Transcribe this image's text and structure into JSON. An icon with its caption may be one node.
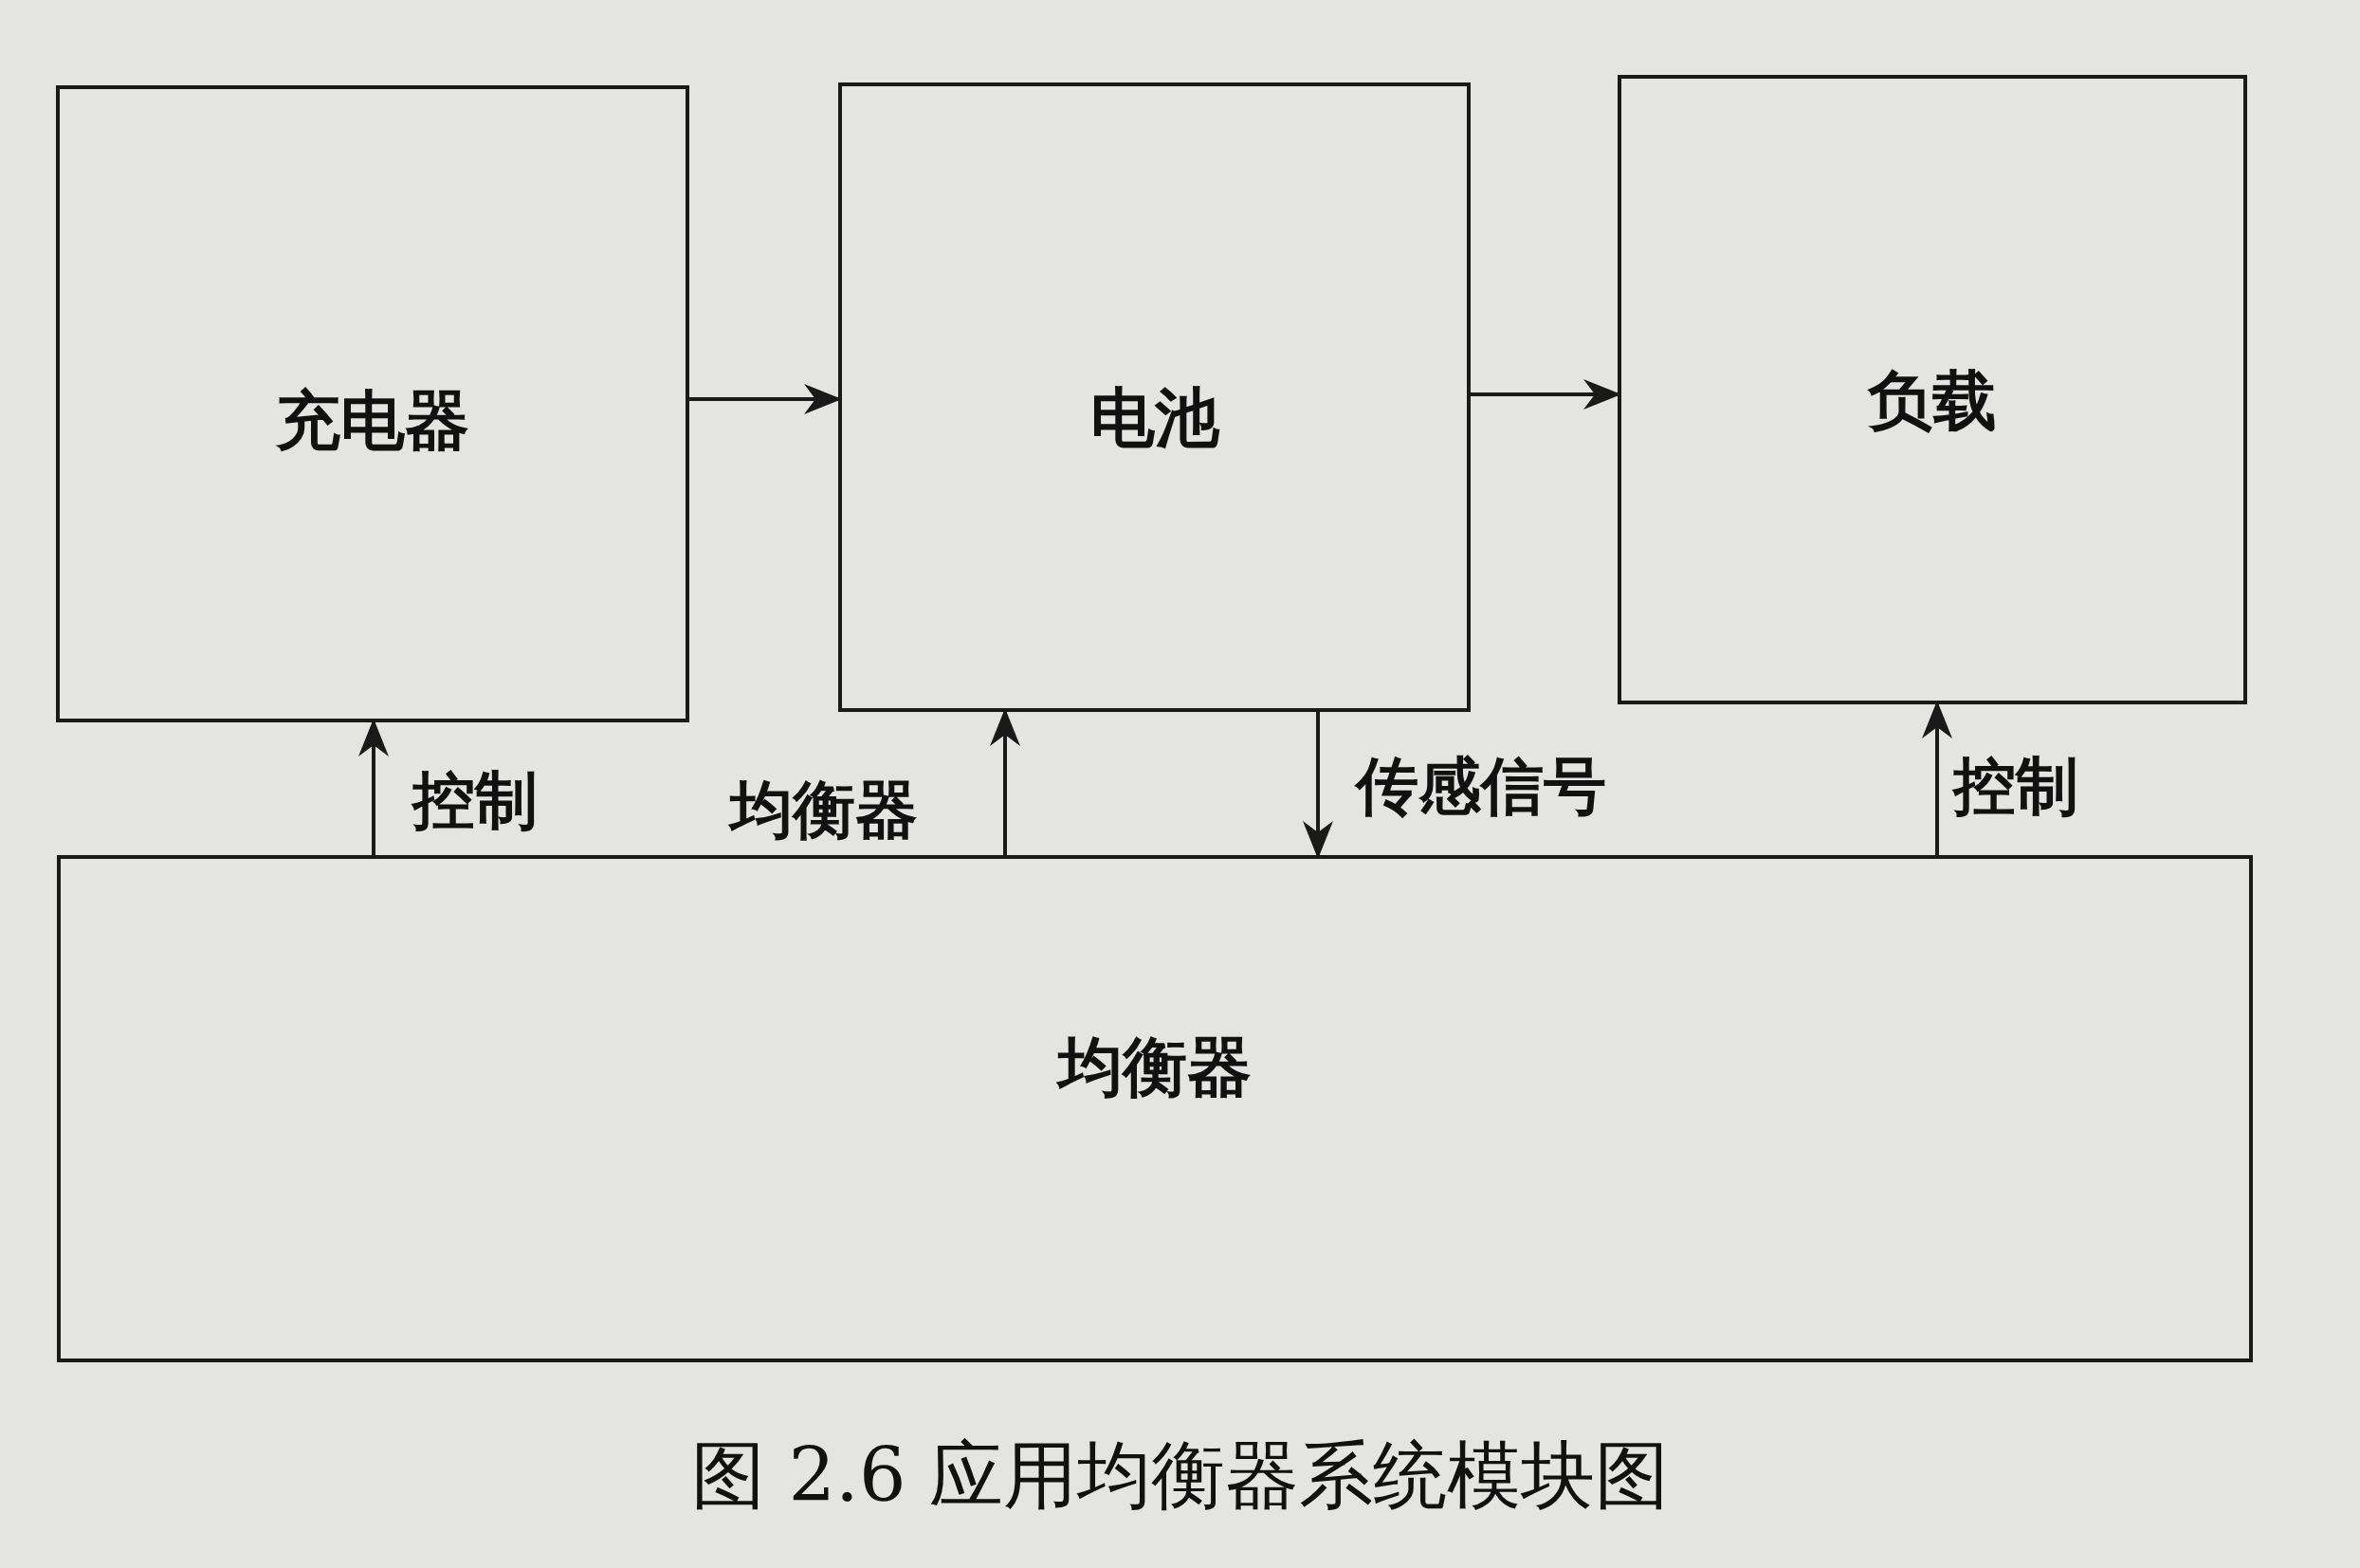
{
  "diagram": {
    "caption": "图 2.6 应用均衡器系统模块图",
    "nodes": [
      {
        "text": [
          "充电器"
        ]
      },
      {
        "text": [
          "电池"
        ]
      },
      {
        "text": [
          "负载"
        ]
      },
      {
        "text": [
          "均衡器"
        ]
      }
    ],
    "edges": [
      {
        "from": 0,
        "to": 1,
        "arrow": "to"
      },
      {
        "from": 1,
        "to": 2,
        "arrow": "to"
      },
      {
        "from": 3,
        "to": 0,
        "arrow": "to",
        "label": "控制"
      },
      {
        "from": 3,
        "to": 1,
        "arrow": "to",
        "label": "均衡器"
      },
      {
        "from": 1,
        "to": 3,
        "arrow": "to",
        "label": "传感信号"
      },
      {
        "from": 3,
        "to": 2,
        "arrow": "to",
        "label": "控制"
      }
    ]
  }
}
